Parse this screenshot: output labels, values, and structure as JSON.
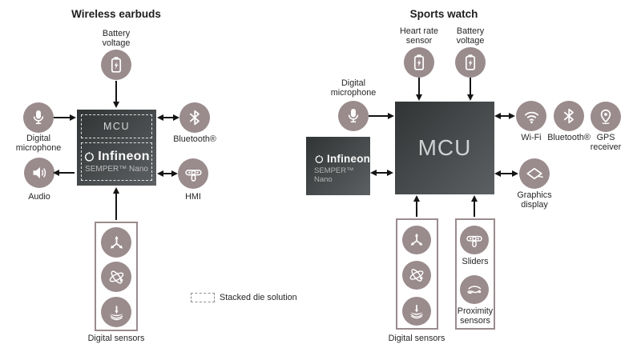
{
  "left": {
    "title": "Wireless earbuds",
    "battery_label": "Battery\nvoltage",
    "mcu_label": "MCU",
    "brand": "Infineon",
    "semper_label": "SEMPER™ Nano",
    "mic_label": "Digital\nmicrophone",
    "audio_label": "Audio",
    "bluetooth_label": "Bluetooth®",
    "hmi_label": "HMI",
    "sensors_label": "Digital sensors"
  },
  "right": {
    "title": "Sports watch",
    "heart_label": "Heart rate\nsensor",
    "battery_label": "Battery\nvoltage",
    "mic_label": "Digital\nmicrophone",
    "mcu_label": "MCU",
    "brand": "Infineon",
    "semper_label": "SEMPER™ Nano",
    "wifi_label": "Wi-Fi",
    "bluetooth_label": "Bluetooth®",
    "gps_label": "GPS\nreceiver",
    "graphics_label": "Graphics\ndisplay",
    "sensors_label": "Digital sensors",
    "sliders_label": "Sliders",
    "proximity_label": "Proximity\nsensors"
  },
  "legend": {
    "label": "Stacked die solution"
  },
  "colors": {
    "circle": "#9a8b8d",
    "block_from": "#303435",
    "block_to": "#5d6062",
    "arrow": "#141414",
    "text": "#262626"
  },
  "icons": [
    "battery-icon",
    "microphone-icon",
    "speaker-icon",
    "bluetooth-icon",
    "slider-icon",
    "accelerometer-icon",
    "gyroscope-icon",
    "pressure-icon",
    "wifi-icon",
    "gps-pin-icon",
    "display-icon",
    "proximity-icon",
    "infineon-logo-icon"
  ]
}
